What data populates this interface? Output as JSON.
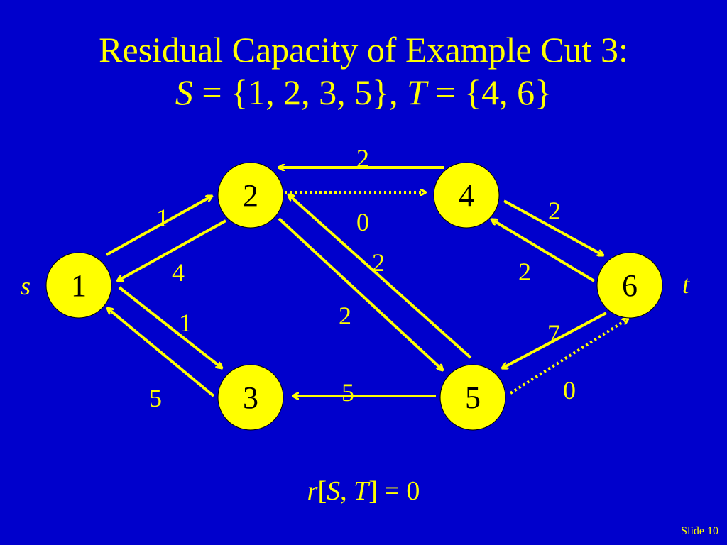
{
  "title": {
    "line1": "Residual Capacity of Example Cut 3:",
    "line2": {
      "s": "S",
      "s_set": " = {1, 2, 3, 5}, ",
      "t": "T",
      "t_set": " = {4, 6}"
    }
  },
  "terminals": {
    "source": "s",
    "sink": "t"
  },
  "nodes": [
    {
      "id": "1",
      "label": "1"
    },
    {
      "id": "2",
      "label": "2"
    },
    {
      "id": "3",
      "label": "3"
    },
    {
      "id": "4",
      "label": "4"
    },
    {
      "id": "5",
      "label": "5"
    },
    {
      "id": "6",
      "label": "6"
    }
  ],
  "edges": [
    {
      "from": "1",
      "to": "2",
      "label": "1",
      "style": "solid"
    },
    {
      "from": "2",
      "to": "1",
      "label": "4",
      "style": "solid"
    },
    {
      "from": "1",
      "to": "3",
      "label": "1",
      "style": "solid"
    },
    {
      "from": "3",
      "to": "1",
      "label": "5",
      "style": "solid"
    },
    {
      "from": "4",
      "to": "2",
      "label": "2",
      "style": "solid"
    },
    {
      "from": "2",
      "to": "4",
      "label": "0",
      "style": "dotted"
    },
    {
      "from": "2",
      "to": "5",
      "label": "2",
      "style": "solid"
    },
    {
      "from": "5",
      "to": "2",
      "label": "2",
      "style": "solid"
    },
    {
      "from": "5",
      "to": "3",
      "label": "5",
      "style": "solid"
    },
    {
      "from": "4",
      "to": "6",
      "label": "2",
      "style": "solid"
    },
    {
      "from": "6",
      "to": "4",
      "label": "2",
      "style": "solid"
    },
    {
      "from": "6",
      "to": "5",
      "label": "7",
      "style": "solid"
    },
    {
      "from": "5",
      "to": "6",
      "label": "0",
      "style": "dotted"
    }
  ],
  "formula": {
    "r": "r",
    "open": "[",
    "s": "S",
    "comma": ", ",
    "t": "T",
    "close": "] = 0"
  },
  "colors": {
    "background": "#0000cc",
    "accent": "#ffff00",
    "node_text": "#000000"
  },
  "footer": {
    "slide": "Slide 10"
  }
}
